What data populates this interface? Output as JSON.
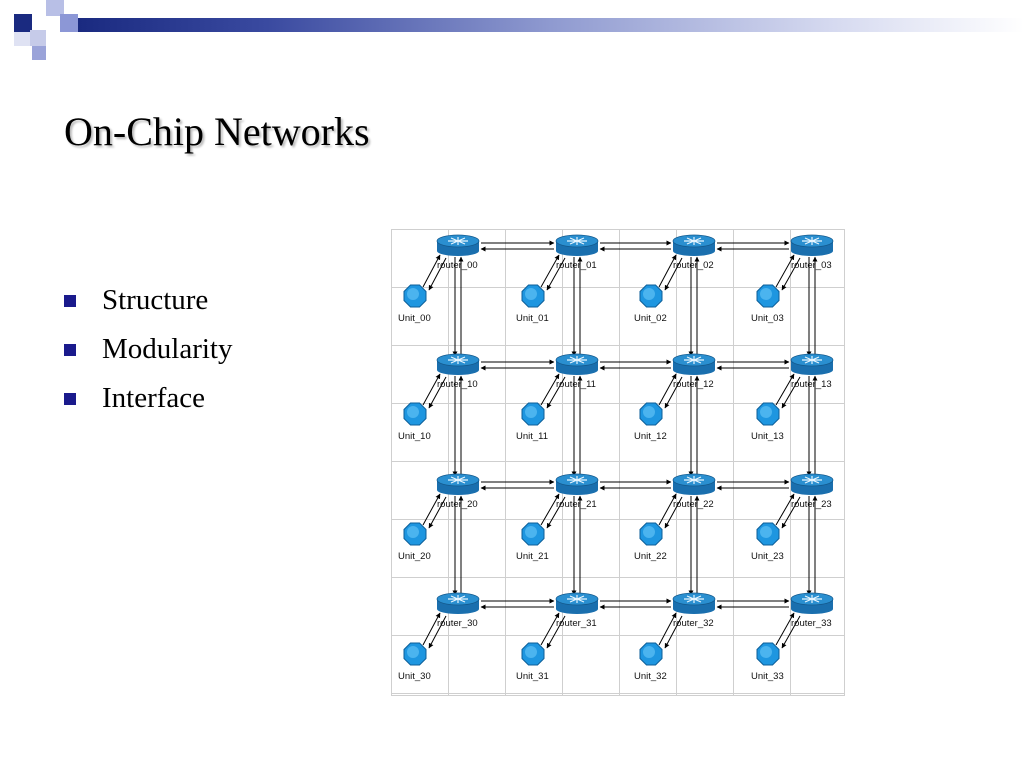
{
  "slide": {
    "title": "On-Chip Networks",
    "bullets": [
      "Structure",
      "Modularity",
      "Interface"
    ]
  },
  "diagram": {
    "routers": [
      [
        "router_00",
        "router_01",
        "router_02",
        "router_03"
      ],
      [
        "router_10",
        "router_11",
        "router_12",
        "router_13"
      ],
      [
        "router_20",
        "router_21",
        "router_22",
        "router_23"
      ],
      [
        "router_30",
        "router_31",
        "router_32",
        "router_33"
      ]
    ],
    "units": [
      [
        "Unit_00",
        "Unit_01",
        "Unit_02",
        "Unit_03"
      ],
      [
        "Unit_10",
        "Unit_11",
        "Unit_12",
        "Unit_13"
      ],
      [
        "Unit_20",
        "Unit_21",
        "Unit_22",
        "Unit_23"
      ],
      [
        "Unit_30",
        "Unit_31",
        "Unit_32",
        "Unit_33"
      ]
    ],
    "colors": {
      "router_fill": "#2a8fd0",
      "router_top": "#6cc0ee",
      "unit_fill": "#1e96e0",
      "grid": "#cfcfcf",
      "link": "#000000"
    }
  }
}
